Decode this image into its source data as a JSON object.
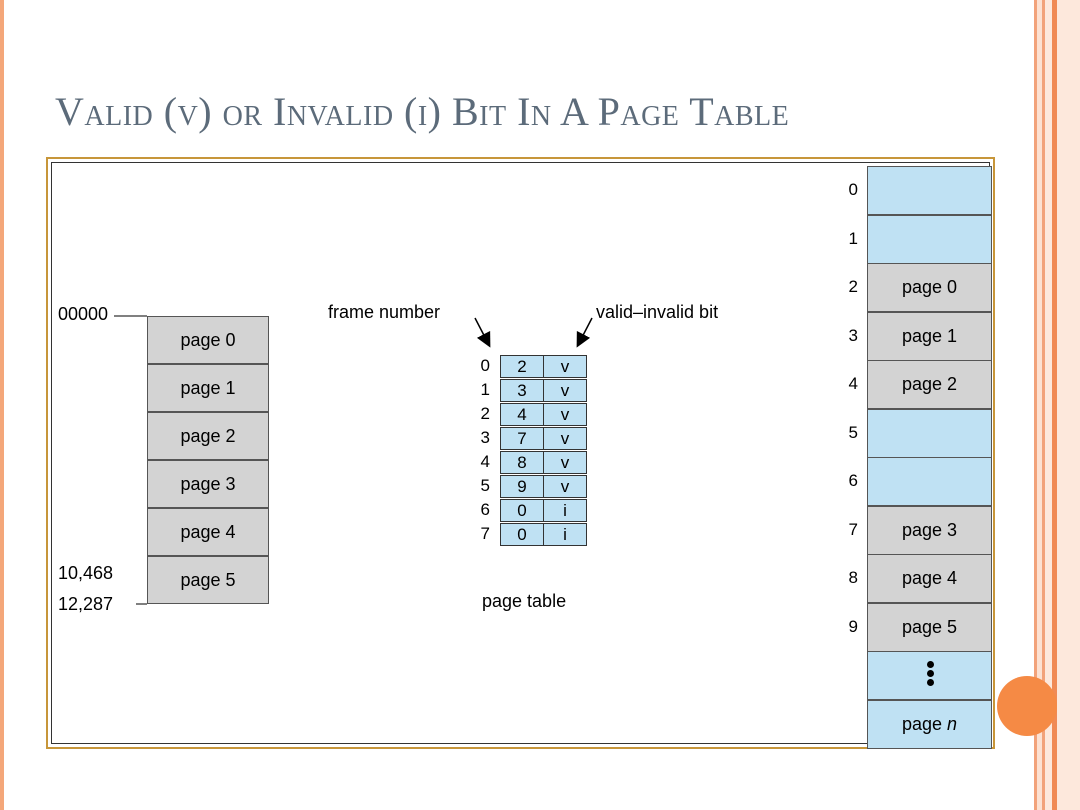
{
  "slide": {
    "title": "Valid (v) or Invalid (i) Bit In A Page Table"
  },
  "logical_memory": {
    "address_start": "00000",
    "address_page5": "10,468",
    "address_end": "12,287",
    "pages": [
      "page 0",
      "page 1",
      "page 2",
      "page 3",
      "page 4",
      "page 5"
    ]
  },
  "page_table": {
    "label": "page table",
    "frame_number_label": "frame number",
    "valid_bit_label": "valid–invalid bit",
    "rows": [
      {
        "index": "0",
        "frame": "2",
        "bit": "v"
      },
      {
        "index": "1",
        "frame": "3",
        "bit": "v"
      },
      {
        "index": "2",
        "frame": "4",
        "bit": "v"
      },
      {
        "index": "3",
        "frame": "7",
        "bit": "v"
      },
      {
        "index": "4",
        "frame": "8",
        "bit": "v"
      },
      {
        "index": "5",
        "frame": "9",
        "bit": "v"
      },
      {
        "index": "6",
        "frame": "0",
        "bit": "i"
      },
      {
        "index": "7",
        "frame": "0",
        "bit": "i"
      }
    ]
  },
  "physical_memory": {
    "frames": [
      {
        "number": "0",
        "content": ""
      },
      {
        "number": "1",
        "content": ""
      },
      {
        "number": "2",
        "content": "page 0"
      },
      {
        "number": "3",
        "content": "page 1"
      },
      {
        "number": "4",
        "content": "page 2"
      },
      {
        "number": "5",
        "content": ""
      },
      {
        "number": "6",
        "content": ""
      },
      {
        "number": "7",
        "content": "page 3"
      },
      {
        "number": "8",
        "content": "page 4"
      },
      {
        "number": "9",
        "content": "page 5"
      }
    ],
    "last_frame_prefix": "page ",
    "last_frame_var": "n"
  }
}
